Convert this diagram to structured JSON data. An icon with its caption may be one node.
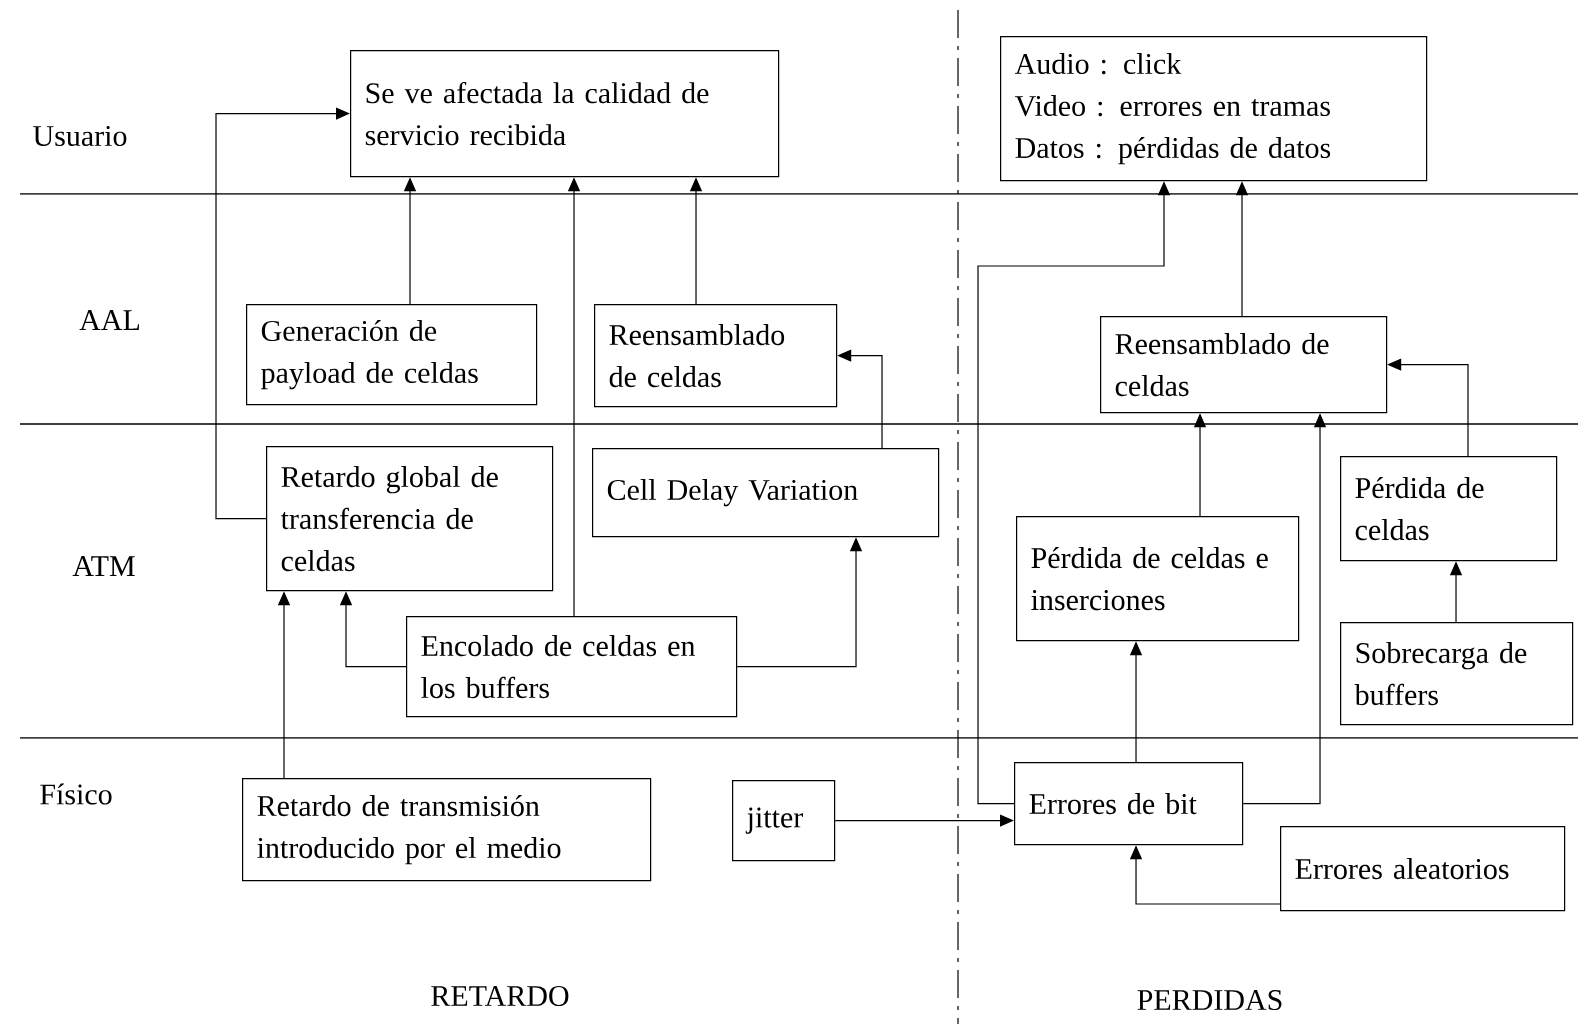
{
  "diagram": {
    "nodes": [
      {
        "text": [
          "Se ve afectada la calidad de servicio recibida"
        ]
      },
      {
        "text": [
          "Audio : click",
          "Video : errores en tramas",
          "Datos : pérdidas de datos"
        ]
      },
      {
        "text": [
          "Generación de payload de celdas"
        ]
      },
      {
        "text": [
          "Reensamblado de celdas"
        ]
      },
      {
        "text": [
          "Reensamblado de celdas"
        ]
      },
      {
        "text": [
          "Retardo global de transferencia de celdas"
        ]
      },
      {
        "text": [
          "Cell Delay Variation"
        ]
      },
      {
        "text": [
          "Pérdida de celdas e inserciones"
        ]
      },
      {
        "text": [
          "Pérdida de celdas"
        ]
      },
      {
        "text": [
          "Encolado de celdas en los buffers"
        ]
      },
      {
        "text": [
          "Sobrecarga de buffers"
        ]
      },
      {
        "text": [
          "Retardo de transmisión introducido por el medio"
        ]
      },
      {
        "text": [
          "jitter"
        ]
      },
      {
        "text": [
          "Errores de bit"
        ]
      },
      {
        "text": [
          "Errores aleatorios"
        ]
      }
    ],
    "edges": [
      {
        "from": 5,
        "to": 0,
        "arrow": "to"
      },
      {
        "from": 2,
        "to": 0,
        "arrow": "to"
      },
      {
        "from": 9,
        "to": 0,
        "arrow": "to"
      },
      {
        "from": 3,
        "to": 0,
        "arrow": "to"
      },
      {
        "from": 6,
        "to": 3,
        "arrow": "to"
      },
      {
        "from": 9,
        "to": 6,
        "arrow": "to"
      },
      {
        "from": 9,
        "to": 5,
        "arrow": "to"
      },
      {
        "from": 11,
        "to": 5,
        "arrow": "to"
      },
      {
        "from": 13,
        "to": 1,
        "arrow": "to"
      },
      {
        "from": 4,
        "to": 1,
        "arrow": "to"
      },
      {
        "from": 7,
        "to": 4,
        "arrow": "to"
      },
      {
        "from": 13,
        "to": 4,
        "arrow": "to"
      },
      {
        "from": 8,
        "to": 4,
        "arrow": "to"
      },
      {
        "from": 10,
        "to": 8,
        "arrow": "to"
      },
      {
        "from": 13,
        "to": 7,
        "arrow": "to"
      },
      {
        "from": 12,
        "to": 13,
        "arrow": "to"
      },
      {
        "from": 14,
        "to": 13,
        "arrow": "to"
      }
    ],
    "labels": [
      "Usuario",
      "AAL",
      "ATM",
      "Físico",
      "RETARDO",
      "PERDIDAS"
    ]
  }
}
